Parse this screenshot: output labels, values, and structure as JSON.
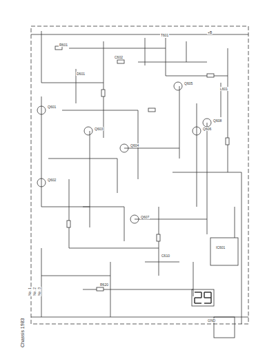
{
  "diagram": {
    "labels": [
      "Chassis 1983",
      "R601",
      "C602",
      "T601",
      "Q601",
      "Q602",
      "Q603",
      "Q604",
      "Q605",
      "Q606",
      "Q607",
      "Q608",
      "D601",
      "L601",
      "C610",
      "R620",
      "IC601",
      "+B",
      "GND",
      "No. 1",
      "No. 2",
      "No. 3"
    ]
  }
}
